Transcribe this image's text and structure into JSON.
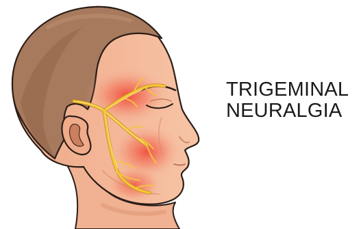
{
  "title": {
    "line1": "TRIGEMINAL",
    "line2": "NEURALGIA"
  },
  "illustration": {
    "subject": "head-profile-with-trigeminal-nerve",
    "colors": {
      "skin": "#f4b99a",
      "skin_shadow": "#e49c7c",
      "hair": "#a77a5e",
      "hair_dark": "#8f6448",
      "outline": "#2b1d17",
      "nerve": "#f2c23a",
      "pain_glow": "#f04a3a"
    }
  }
}
